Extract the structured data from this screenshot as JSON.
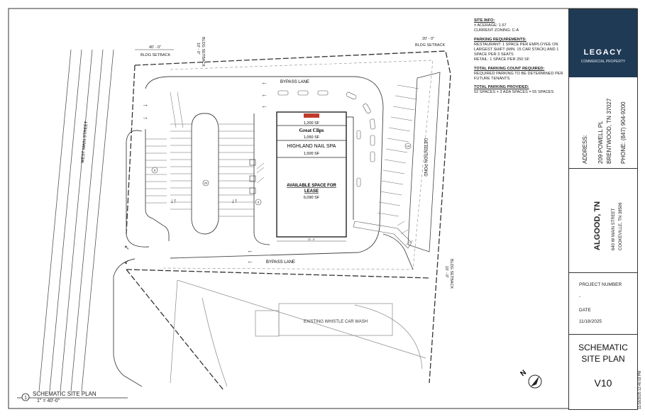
{
  "labels": {
    "bldg_setback": "BLDG SETBACK",
    "setback_40": "40' - 0\"",
    "setback_10a": "10' - 0\"",
    "setback_20": "20' - 0\"",
    "setback_10b": "10' - 0\"",
    "street": "WEST MAIN STREET",
    "bypass_lane": "BYPASS LANE",
    "detention_pond": "DETENTION POND",
    "car_wash": "EXISTING WHISTLE CAR WASH",
    "dim_bottom": "72' - 0\"",
    "stall_a": "8",
    "stall_b": "20",
    "stall_c": "14",
    "stall_d": "6"
  },
  "building": {
    "tenant1_area": "1,200 SF",
    "tenant2_name": "Great Clips",
    "tenant2_area": "1,050 SF",
    "tenant3_name": "HIGHLAND NAIL SPA",
    "tenant3_area": "1,500 SF",
    "tenant4_name_line1": "AVAILABLE SPACE FOR",
    "tenant4_name_line2": "LEASE",
    "tenant4_area": "6,090 SF"
  },
  "site_info": {
    "h1": "SITE INFO:",
    "l1": "± ACERAGE: 1.67",
    "l2": "CURRENT ZONING: C-A",
    "h2": "PARKING REQUIREMENTS:",
    "l3": "RESTAURANT: 1 SPACE PER EMPLOYEE ON",
    "l4": "LARGEST SHIFT (MIN. 15 CAR STACK) AND 1",
    "l5": "SPACE PER 3 SEATS",
    "l6": "RETAIL: 1 SPACE PER 250 SF",
    "h3": "TOTAL PARKING COUNT REQUIRED:",
    "l7": "REQUIRED PARKING TO BE DETERMINED PER",
    "l8": "FUTURE TENANTS.",
    "h4": "TOTAL PARKING PROVIDED:",
    "l9": "52 SPACES + 3 ADA SPACES = 55 SPACES"
  },
  "title_block": {
    "logo_word": "LEGACY",
    "logo_sub": "COMMERCIAL PROPERTY",
    "address_label": "ADDRESS:",
    "address_line1": "209 POWELL PL",
    "address_line2": "BRENTWOOD, TN 37027",
    "phone": "PHONE: (847) 904-9200",
    "project_name": "ALGOOD, TN",
    "project_addr1": "640 W MAIN STREET",
    "project_addr2": "COOKEVILLE, TN 38506",
    "project_number_label": "PROJECT NUMBER",
    "project_number": "-",
    "date_label": "DATE",
    "date": "11/18/2025",
    "sheet_title_line1": "SCHEMATIC",
    "sheet_title_line2": "SITE PLAN",
    "version": "V10",
    "timestamp": "11/18/2025 12:46:03 PM"
  },
  "sheet": {
    "number": "1",
    "title": "SCHEMATIC SITE PLAN",
    "scale": "1\" = 40'-0\""
  },
  "colors": {
    "logo_bg": "#1f3a55",
    "logo_green": "#8cc63f",
    "line": "#333333"
  }
}
